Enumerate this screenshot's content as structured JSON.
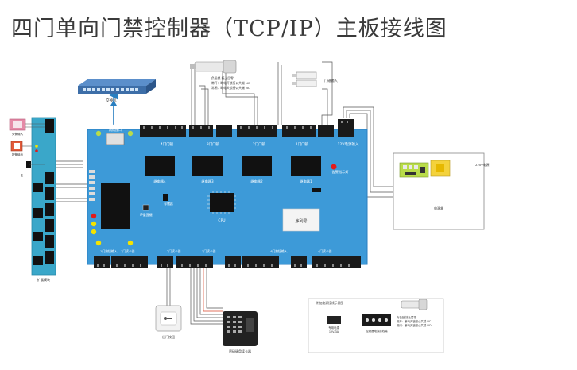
{
  "title": "四门单向门禁控制器（TCP/IP）主板接线图",
  "labels": {
    "switch": "交换机",
    "network_port": "网络接口",
    "lock_notes": [
      "负极锁 接上层零",
      "常开：断电开锁接公共端 NC",
      "常闭：断电关锁接公共端 NO"
    ],
    "door_sensor": "门磁输入",
    "power_input_top": "12V电源输入",
    "mains": "220V电源",
    "power_box": "电源盒",
    "relay4": "继电器4",
    "relay3": "继电器3",
    "relay2": "继电器2",
    "relay1": "继电器1",
    "warn_led": "告警指示灯",
    "cpu": "CPU",
    "cpu_chip": "存储器",
    "ip_reset": "IP重置键",
    "serial": "序列号",
    "door4": "4门门锁",
    "door3": "3门门锁",
    "door2": "2门门锁",
    "door1": "1门门锁",
    "expansion": "扩展模块",
    "fire_input": "火警输入",
    "alarm_output": "报警输出",
    "exit_button": "出门按钮",
    "reader": "密码键盘读卡器",
    "bottom_left_labels": [
      "1门按钮输入",
      "1门读卡器",
      "2门读卡器"
    ],
    "bottom_right_labels": [
      "3门读卡器",
      "4门按钮输入",
      "4门读卡器"
    ],
    "inset_title": "附加电源接线示意图",
    "inset_psu": "专用电源",
    "inset_psu_sub": "12V/3A",
    "inset_terminal": "控制器电源接线端",
    "inset_notes": [
      "负极锁 接上层零",
      "常开：断电开锁接公共端 NC",
      "常闭：断电关锁接公共端 NO"
    ]
  },
  "colors": {
    "board": "#3d9ad8",
    "board_border": "#2a7fc0",
    "terminal": "#1a1a1a",
    "switch": "#3d6ea8",
    "led_red": "#e21b1b",
    "led_yellow": "#f4e300",
    "led_green": "#b9dc4a",
    "wire": "#444444",
    "wire_red": "#d9452b",
    "expansion_board": "#3aa7c9"
  },
  "icons": [
    "network-switch-icon",
    "electric-lock-icon",
    "door-sensor-icon",
    "exit-button-icon",
    "card-reader-icon",
    "power-supply-icon",
    "cpu-chip-icon",
    "relay-icon"
  ]
}
